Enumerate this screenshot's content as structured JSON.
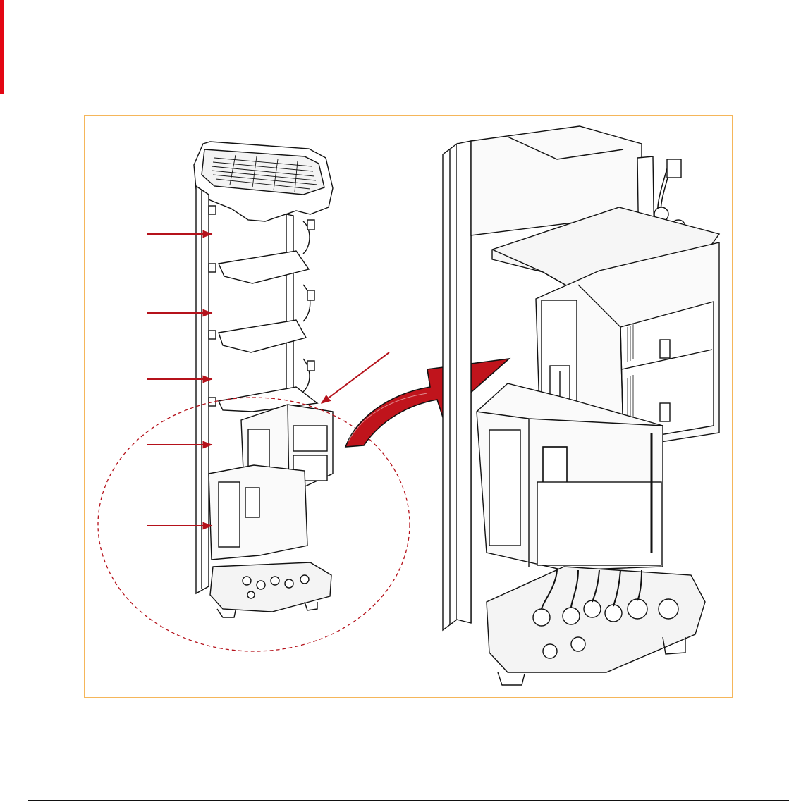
{
  "colors": {
    "accent_red": "#e30613",
    "callout_red": "#b5121b",
    "arrow_red": "#c0141c",
    "frame_orange": "#f5b65a",
    "line": "#111111",
    "page_background": "#ffffff"
  },
  "figure": {
    "left_view": "assembled-column-overview",
    "right_view": "magnified-module-detail",
    "callout_arrow_count": 6,
    "zoom_indicator": "dashed-circle"
  }
}
